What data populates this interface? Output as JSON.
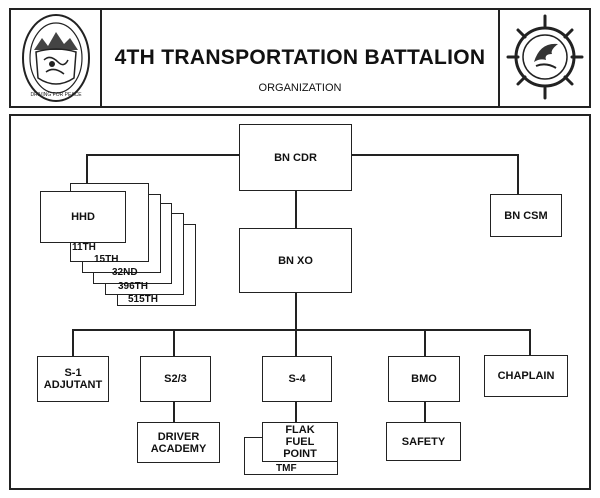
{
  "header": {
    "title": "4TH TRANSPORTATION BATTALION",
    "subtitle": "ORGANIZATION",
    "left_emblem_icon": "unit-crest-icon",
    "left_emblem_text": "DRIVING FOR PEACE",
    "right_emblem_icon": "winged-wheel-icon"
  },
  "nodes": {
    "bn_cdr": "BN CDR",
    "bn_xo": "BN XO",
    "bn_csm": "BN CSM",
    "hhd": "HHD",
    "s1": "S-1\nADJUTANT",
    "s23": "S2/3",
    "s4": "S-4",
    "bmo": "BMO",
    "chaplain": "CHAPLAIN",
    "driver_academy": "DRIVER\nACADEMY",
    "flak": "FLAK\nFUEL\nPOINT",
    "tmf": "TMF",
    "safety": "SAFETY"
  },
  "companies": [
    "11TH",
    "15TH",
    "32ND",
    "396TH",
    "515TH"
  ]
}
